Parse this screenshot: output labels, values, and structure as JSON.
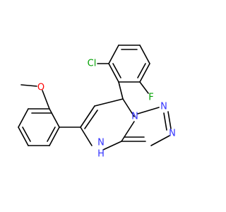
{
  "colors": {
    "carbon_bond": "#000000",
    "nitrogen": "#3333ff",
    "oxygen": "#ff0000",
    "chlorine": "#00a000",
    "fluorine": "#00a000"
  },
  "atoms": {
    "cl": "Cl",
    "f": "F",
    "n_bridge": "N",
    "n_top": "N",
    "n_right": "N",
    "n_pyr": "N",
    "nh": "H",
    "o": "O"
  }
}
